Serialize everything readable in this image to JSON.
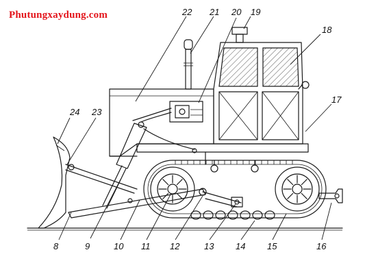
{
  "watermark": "Phutungxaydung.com",
  "colors": {
    "watermark": "#e3141b",
    "line": "#1a1a1a"
  },
  "callouts_top": [
    "24",
    "23",
    "22",
    "21",
    "20",
    "19",
    "18",
    "17"
  ],
  "callouts_bottom": [
    "8",
    "9",
    "10",
    "11",
    "12",
    "13",
    "14",
    "15",
    "16"
  ]
}
